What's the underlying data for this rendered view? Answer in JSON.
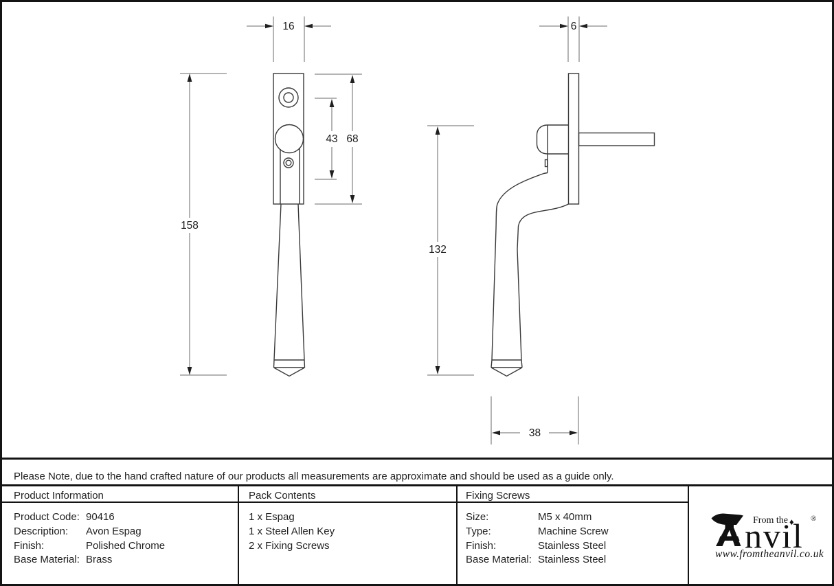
{
  "sheet": {
    "background": "#ffffff",
    "line_color": "#141414",
    "drawing_stroke_color": "#383838",
    "dimension_stroke_color": "#6a6a6a"
  },
  "drawing": {
    "front_view": {
      "description": "front-elevation-of-espag-handle",
      "dim_plate_width": "16",
      "dim_overall_height": "158",
      "dim_screw_centres": "43",
      "dim_plate_height": "68"
    },
    "side_view": {
      "description": "side-elevation-of-espag-handle",
      "dim_plate_thickness": "6",
      "dim_handle_height": "132",
      "dim_projection": "38"
    }
  },
  "note_row": {
    "text": "Please Note, due to the hand crafted nature of our products all measurements are approximate and should be used as a guide only."
  },
  "product_information": {
    "header": "Product Information",
    "rows": [
      {
        "label": "Product Code:",
        "value": "90416"
      },
      {
        "label": "Description:",
        "value": "Avon Espag"
      },
      {
        "label": "Finish:",
        "value": "Polished Chrome"
      },
      {
        "label": "Base Material:",
        "value": "Brass"
      }
    ]
  },
  "pack_contents": {
    "header": "Pack Contents",
    "items": [
      "1 x Espag",
      "1 x Steel Allen Key",
      "2 x Fixing Screws"
    ]
  },
  "fixing_screws": {
    "header": "Fixing Screws",
    "rows": [
      {
        "label": "Size:",
        "value": "M5 x 40mm"
      },
      {
        "label": "Type:",
        "value": "Machine Screw"
      },
      {
        "label": "Finish:",
        "value": "Stainless Steel"
      },
      {
        "label": "Base Material:",
        "value": "Stainless Steel"
      }
    ]
  },
  "logo": {
    "brand": "Anvil",
    "brand_prefix": "From the",
    "brand_visible_suffix": "nvil",
    "diamond": "♦",
    "registered_mark": "®",
    "website": "www.fromtheanvil.co.uk"
  }
}
